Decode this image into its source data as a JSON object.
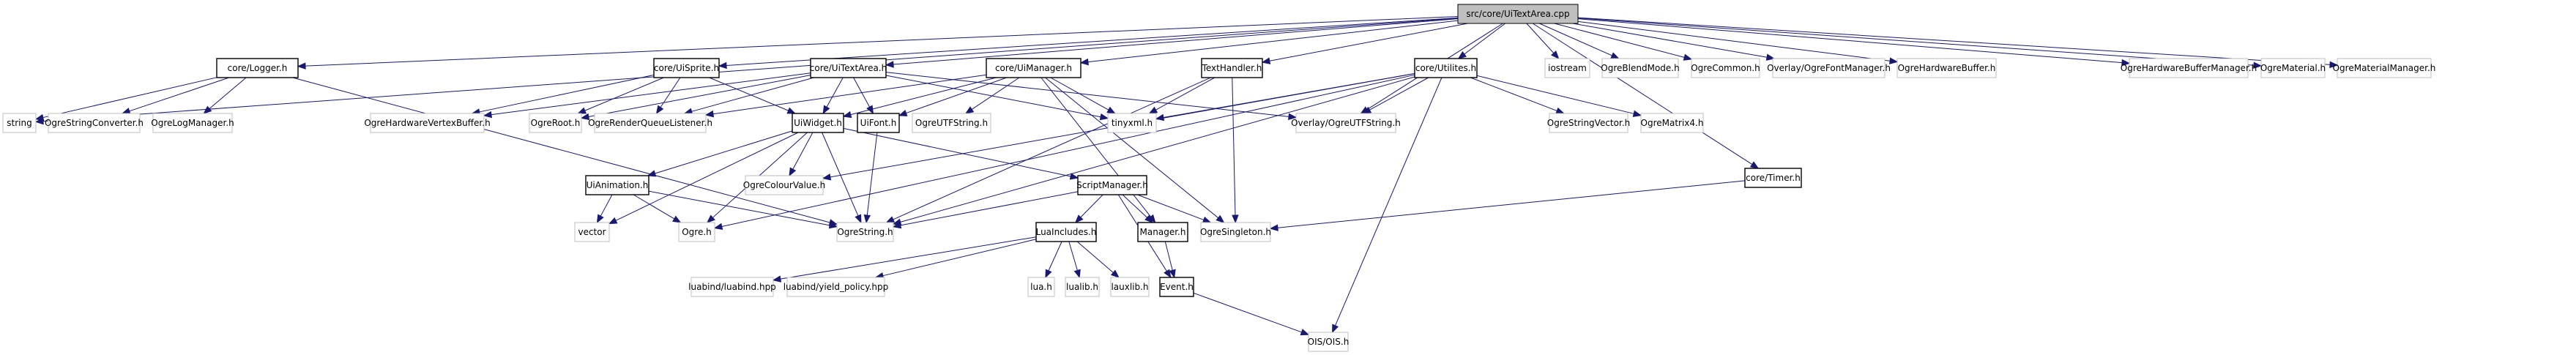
{
  "title": "src/core/UiTextArea.cpp",
  "colors": {
    "edge": "#191970",
    "root_fill": "#bfbfbf",
    "local_border": "#000000",
    "external_border": "#bfbfbf"
  },
  "nodes": [
    {
      "id": "root",
      "label": "src/core/UiTextArea.cpp",
      "kind": "root"
    },
    {
      "id": "logger",
      "label": "core/Logger.h",
      "kind": "local"
    },
    {
      "id": "uisprite",
      "label": "core/UiSprite.h",
      "kind": "local"
    },
    {
      "id": "uitextarea_h",
      "label": "core/UiTextArea.h",
      "kind": "local"
    },
    {
      "id": "uimanager",
      "label": "core/UiManager.h",
      "kind": "local"
    },
    {
      "id": "texthandler",
      "label": "TextHandler.h",
      "kind": "local"
    },
    {
      "id": "utilites",
      "label": "core/Utilites.h",
      "kind": "local"
    },
    {
      "id": "iostream",
      "label": "iostream",
      "kind": "external"
    },
    {
      "id": "blendmode",
      "label": "OgreBlendMode.h",
      "kind": "external"
    },
    {
      "id": "common",
      "label": "OgreCommon.h",
      "kind": "external"
    },
    {
      "id": "fontmanager",
      "label": "Overlay/OgreFontManager.h",
      "kind": "external"
    },
    {
      "id": "hwbuffer",
      "label": "OgreHardwareBuffer.h",
      "kind": "external"
    },
    {
      "id": "hwbuffermgr",
      "label": "OgreHardwareBufferManager.h",
      "kind": "external"
    },
    {
      "id": "material",
      "label": "OgreMaterial.h",
      "kind": "external"
    },
    {
      "id": "materialmgr",
      "label": "OgreMaterialManager.h",
      "kind": "external"
    },
    {
      "id": "string",
      "label": "string",
      "kind": "external"
    },
    {
      "id": "strconv",
      "label": "OgreStringConverter.h",
      "kind": "external"
    },
    {
      "id": "logmgr",
      "label": "OgreLogManager.h",
      "kind": "external"
    },
    {
      "id": "hwvertex",
      "label": "OgreHardwareVertexBuffer.h",
      "kind": "external"
    },
    {
      "id": "root_h",
      "label": "OgreRoot.h",
      "kind": "external"
    },
    {
      "id": "rql",
      "label": "OgreRenderQueueListener.h",
      "kind": "external"
    },
    {
      "id": "uiwidget",
      "label": "UiWidget.h",
      "kind": "local"
    },
    {
      "id": "uifont",
      "label": "UiFont.h",
      "kind": "local"
    },
    {
      "id": "utfstring",
      "label": "OgreUTFString.h",
      "kind": "external"
    },
    {
      "id": "tinyxml",
      "label": "tinyxml.h",
      "kind": "external"
    },
    {
      "id": "overlay_utf",
      "label": "Overlay/OgreUTFString.h",
      "kind": "external"
    },
    {
      "id": "strvector",
      "label": "OgreStringVector.h",
      "kind": "external"
    },
    {
      "id": "matrix4",
      "label": "OgreMatrix4.h",
      "kind": "external"
    },
    {
      "id": "uianimation",
      "label": "UiAnimation.h",
      "kind": "local"
    },
    {
      "id": "colourvalue",
      "label": "OgreColourValue.h",
      "kind": "external"
    },
    {
      "id": "scriptmgr",
      "label": "ScriptManager.h",
      "kind": "local"
    },
    {
      "id": "timer",
      "label": "core/Timer.h",
      "kind": "local"
    },
    {
      "id": "vector",
      "label": "vector",
      "kind": "external"
    },
    {
      "id": "ogre",
      "label": "Ogre.h",
      "kind": "external"
    },
    {
      "id": "ogrestring",
      "label": "OgreString.h",
      "kind": "external"
    },
    {
      "id": "luaincludes",
      "label": "LuaIncludes.h",
      "kind": "local"
    },
    {
      "id": "manager",
      "label": "Manager.h",
      "kind": "local"
    },
    {
      "id": "singleton",
      "label": "OgreSingleton.h",
      "kind": "external"
    },
    {
      "id": "luabind",
      "label": "luabind/luabind.hpp",
      "kind": "external"
    },
    {
      "id": "yieldpolicy",
      "label": "luabind/yield_policy.hpp",
      "kind": "external"
    },
    {
      "id": "lua",
      "label": "lua.h",
      "kind": "external"
    },
    {
      "id": "lualib",
      "label": "lualib.h",
      "kind": "external"
    },
    {
      "id": "lauxlib",
      "label": "lauxlib.h",
      "kind": "external"
    },
    {
      "id": "event",
      "label": "Event.h",
      "kind": "local"
    },
    {
      "id": "ois",
      "label": "OIS/OIS.h",
      "kind": "external"
    }
  ],
  "edges": [
    [
      "root",
      "logger"
    ],
    [
      "root",
      "uisprite"
    ],
    [
      "root",
      "uitextarea_h"
    ],
    [
      "root",
      "uimanager"
    ],
    [
      "root",
      "texthandler"
    ],
    [
      "root",
      "utilites"
    ],
    [
      "root",
      "overlay_utf"
    ],
    [
      "root",
      "iostream"
    ],
    [
      "root",
      "blendmode"
    ],
    [
      "root",
      "common"
    ],
    [
      "root",
      "fontmanager"
    ],
    [
      "root",
      "hwbuffer"
    ],
    [
      "root",
      "hwbuffermgr"
    ],
    [
      "root",
      "material"
    ],
    [
      "root",
      "materialmgr"
    ],
    [
      "root",
      "string"
    ],
    [
      "root",
      "timer"
    ],
    [
      "logger",
      "string"
    ],
    [
      "logger",
      "strconv"
    ],
    [
      "logger",
      "logmgr"
    ],
    [
      "logger",
      "ogrestring"
    ],
    [
      "uisprite",
      "hwvertex"
    ],
    [
      "uisprite",
      "root_h"
    ],
    [
      "uisprite",
      "rql"
    ],
    [
      "uisprite",
      "uiwidget"
    ],
    [
      "uitextarea_h",
      "hwvertex"
    ],
    [
      "uitextarea_h",
      "root_h"
    ],
    [
      "uitextarea_h",
      "rql"
    ],
    [
      "uitextarea_h",
      "uiwidget"
    ],
    [
      "uitextarea_h",
      "uifont"
    ],
    [
      "uitextarea_h",
      "tinyxml"
    ],
    [
      "uitextarea_h",
      "overlay_utf"
    ],
    [
      "uimanager",
      "rql"
    ],
    [
      "uimanager",
      "uiwidget"
    ],
    [
      "uimanager",
      "uifont"
    ],
    [
      "uimanager",
      "utfstring"
    ],
    [
      "uimanager",
      "tinyxml"
    ],
    [
      "uimanager",
      "manager"
    ],
    [
      "uimanager",
      "singleton"
    ],
    [
      "texthandler",
      "tinyxml"
    ],
    [
      "texthandler",
      "singleton"
    ],
    [
      "texthandler",
      "ogrestring"
    ],
    [
      "utilites",
      "tinyxml"
    ],
    [
      "utilites",
      "overlay_utf"
    ],
    [
      "utilites",
      "strvector"
    ],
    [
      "utilites",
      "matrix4"
    ],
    [
      "utilites",
      "ogre"
    ],
    [
      "utilites",
      "colourvalue"
    ],
    [
      "utilites",
      "ogrestring"
    ],
    [
      "utilites",
      "ois"
    ],
    [
      "uiwidget",
      "vector"
    ],
    [
      "uiwidget",
      "uianimation"
    ],
    [
      "uiwidget",
      "ogre"
    ],
    [
      "uiwidget",
      "colourvalue"
    ],
    [
      "uiwidget",
      "ogrestring"
    ],
    [
      "uiwidget",
      "scriptmgr"
    ],
    [
      "uifont",
      "ogrestring"
    ],
    [
      "uianimation",
      "vector"
    ],
    [
      "uianimation",
      "ogre"
    ],
    [
      "uianimation",
      "ogrestring"
    ],
    [
      "scriptmgr",
      "ogrestring"
    ],
    [
      "scriptmgr",
      "luaincludes"
    ],
    [
      "scriptmgr",
      "manager"
    ],
    [
      "scriptmgr",
      "singleton"
    ],
    [
      "scriptmgr",
      "event"
    ],
    [
      "timer",
      "singleton"
    ],
    [
      "luaincludes",
      "luabind"
    ],
    [
      "luaincludes",
      "yieldpolicy"
    ],
    [
      "luaincludes",
      "lua"
    ],
    [
      "luaincludes",
      "lualib"
    ],
    [
      "luaincludes",
      "lauxlib"
    ],
    [
      "manager",
      "event"
    ],
    [
      "event",
      "ois"
    ]
  ]
}
